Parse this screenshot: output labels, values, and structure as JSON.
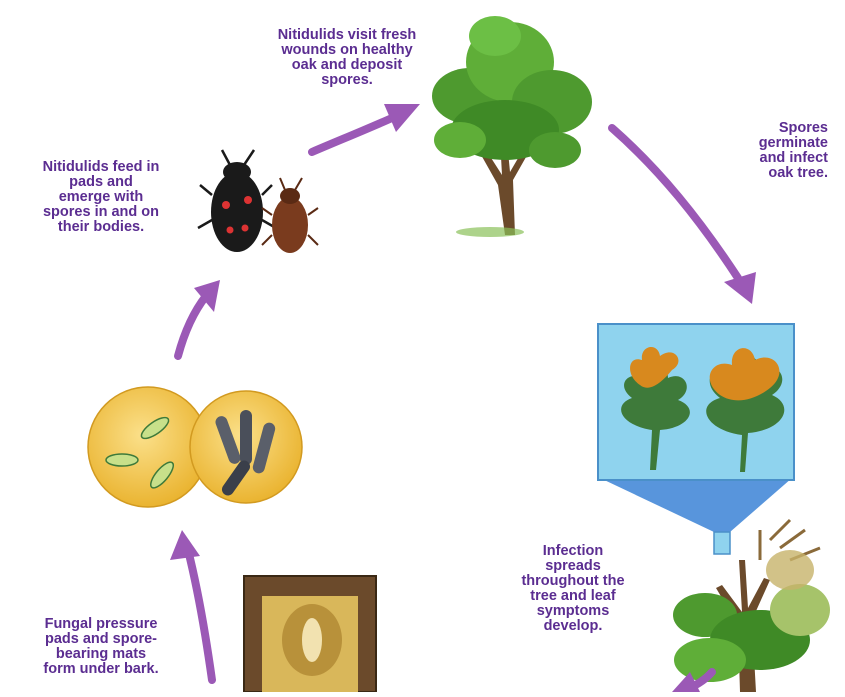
{
  "diagram": {
    "colors": {
      "label_text": "#5b2d91",
      "arrow": "#9b59b6",
      "arrow_dark": "#6a2c91",
      "spore_disc": "#f5c542",
      "panel_blue": "#7fc8e8",
      "leaf_green": "#3e7a3a",
      "leaf_orange": "#d8891e",
      "tree_green": "#4e9a2f",
      "trunk_brown": "#6b4a2b"
    },
    "steps": [
      {
        "id": "visit-wounds",
        "text": "Nitidulids visit fresh\nwounds on healthy\noak and deposit\nspores."
      },
      {
        "id": "germinate",
        "text": "Spores\ngerminate\nand infect\noak tree."
      },
      {
        "id": "spread",
        "text": "Infection\nspreads\nthroughout the\ntree and leaf\nsymptoms\ndevelop."
      },
      {
        "id": "mats",
        "text": "Fungal pressure\npads and spore-\nbearing mats\nform under bark."
      },
      {
        "id": "feed",
        "text": "Nitidulids feed in\npads and\nemerge with\nspores in and on\ntheir bodies."
      }
    ],
    "icons": [
      "healthy-oak-tree-icon",
      "infected-leaves-icon",
      "diseased-oak-tree-icon",
      "bark-mat-icon",
      "spores-icon",
      "beetles-icon"
    ]
  }
}
